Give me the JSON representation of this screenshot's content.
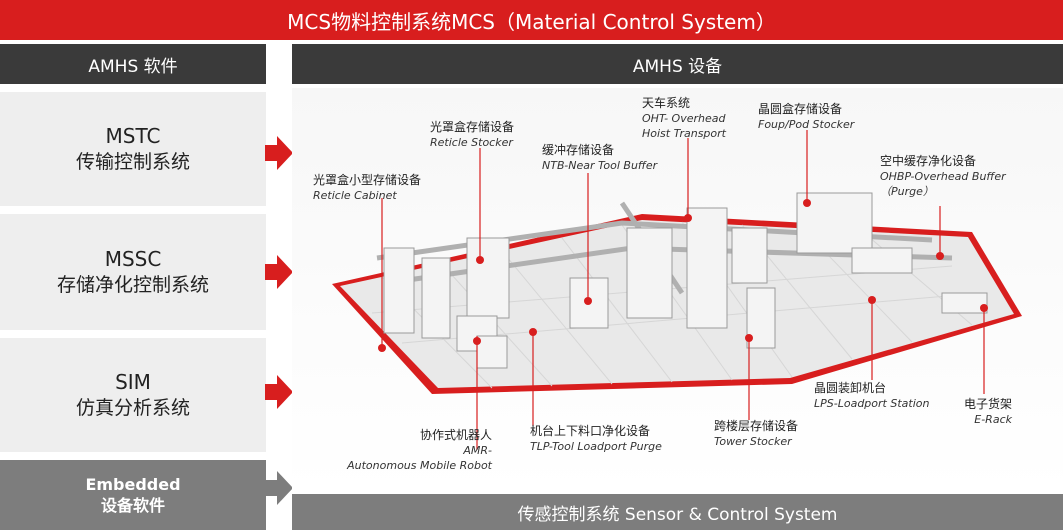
{
  "title": "MCS物料控制系统MCS（Material Control System）",
  "software_header": "AMHS 软件",
  "equipment_header": "AMHS 设备",
  "software_items": [
    {
      "line1": "MSTC",
      "line2": "传输控制系统"
    },
    {
      "line1": "MSSC",
      "line2": "存储净化控制系统"
    },
    {
      "line1": "SIM",
      "line2": "仿真分析系统"
    },
    {
      "line1": "Embedded",
      "line2": "设备软件"
    }
  ],
  "bottom_bar": "传感控制系统 Sensor & Control System",
  "equipment_labels": [
    {
      "cn": "光罩盒小型存储设备",
      "en": "Reticle Cabinet"
    },
    {
      "cn": "光罩盒存储设备",
      "en": "Reticle Stocker"
    },
    {
      "cn": "缓冲存储设备",
      "en": "NTB-Near Tool Buffer"
    },
    {
      "cn": "天车系统",
      "en": "OHT- Overhead",
      "en2": "Hoist Transport"
    },
    {
      "cn": "晶圆盒存储设备",
      "en": "Foup/Pod Stocker"
    },
    {
      "cn": "空中缓存净化设备",
      "en": "OHBP-Overhead Buffer",
      "en2": "（Purge）"
    },
    {
      "cn": "协作式机器人",
      "en": "AMR-",
      "en2": "Autonomous Mobile Robot"
    },
    {
      "cn": "机台上下料口净化设备",
      "en": "TLP-Tool Loadport Purge"
    },
    {
      "cn": "跨楼层存储设备",
      "en": "Tower Stocker"
    },
    {
      "cn": "晶圆装卸机台",
      "en": "LPS-Loadport Station"
    },
    {
      "cn": "电子货架",
      "en": "E-Rack"
    }
  ],
  "colors": {
    "accent_red": "#d81e1e",
    "dark_header": "#3a3a3a",
    "gray": "#7d7d7d",
    "panel": "#eeeeee"
  }
}
